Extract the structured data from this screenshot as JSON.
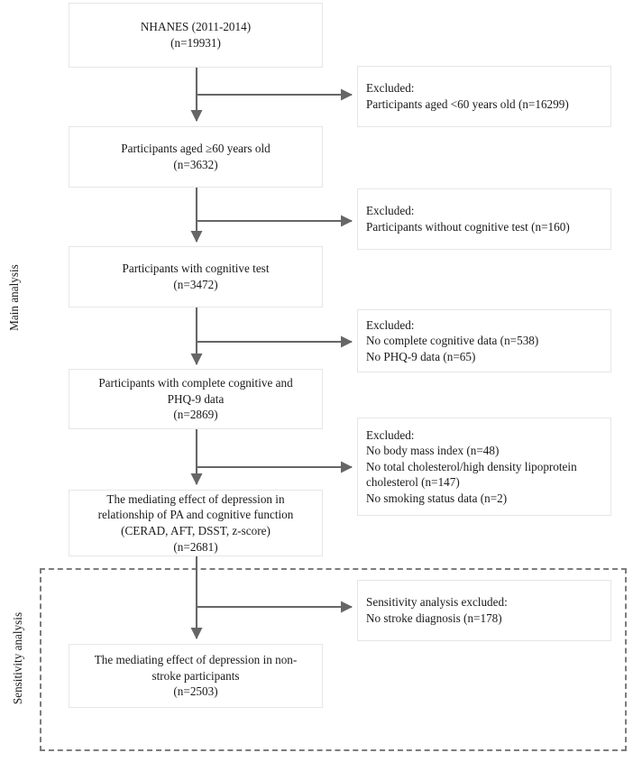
{
  "figure": {
    "type": "flowchart",
    "description": "Participant selection flow diagram for NHANES 2011-2014 analysis",
    "line_color": "#666666",
    "box_border_color": "#e6e6e6",
    "dashed_region_color": "#7d7d7d"
  },
  "side_labels": {
    "main": "Main analysis",
    "sensitivity": "Sensitivity analysis"
  },
  "main_nodes": [
    {
      "id": "node-source",
      "lines": [
        "NHANES (2011-2014)",
        "(n=19931)"
      ]
    },
    {
      "id": "node-aged60",
      "lines": [
        "Participants aged ≥60 years old",
        "(n=3632)"
      ]
    },
    {
      "id": "node-cognitive-test",
      "lines": [
        "Participants with cognitive test",
        "(n=3472)"
      ]
    },
    {
      "id": "node-complete-data",
      "lines": [
        "Participants with complete cognitive and",
        "PHQ-9 data",
        "(n=2869)"
      ]
    },
    {
      "id": "node-mediation-main",
      "lines": [
        "The mediating effect of depression in",
        "relationship of PA and cognitive function",
        "(CERAD, AFT, DSST, z-score)",
        "(n=2681)"
      ]
    },
    {
      "id": "node-mediation-nonstroke",
      "lines": [
        "The mediating effect of depression in non-",
        "stroke participants",
        "(n=2503)"
      ]
    }
  ],
  "exclusion_nodes": [
    {
      "id": "excl-age",
      "lines": [
        "Excluded:",
        "Participants aged <60 years old (n=16299)"
      ]
    },
    {
      "id": "excl-no-cognitive-test",
      "lines": [
        "Excluded:",
        "Participants without cognitive test (n=160)"
      ]
    },
    {
      "id": "excl-incomplete",
      "lines": [
        "Excluded:",
        "No complete cognitive data (n=538)",
        "No PHQ-9 data (n=65)"
      ]
    },
    {
      "id": "excl-covariates",
      "lines": [
        "Excluded:",
        "No body mass index (n=48)",
        "No total cholesterol/high density lipoprotein",
        "cholesterol (n=147)",
        "No smoking status data (n=2)"
      ]
    },
    {
      "id": "excl-stroke",
      "lines": [
        "Sensitivity analysis excluded:",
        "No stroke diagnosis (n=178)"
      ]
    }
  ]
}
